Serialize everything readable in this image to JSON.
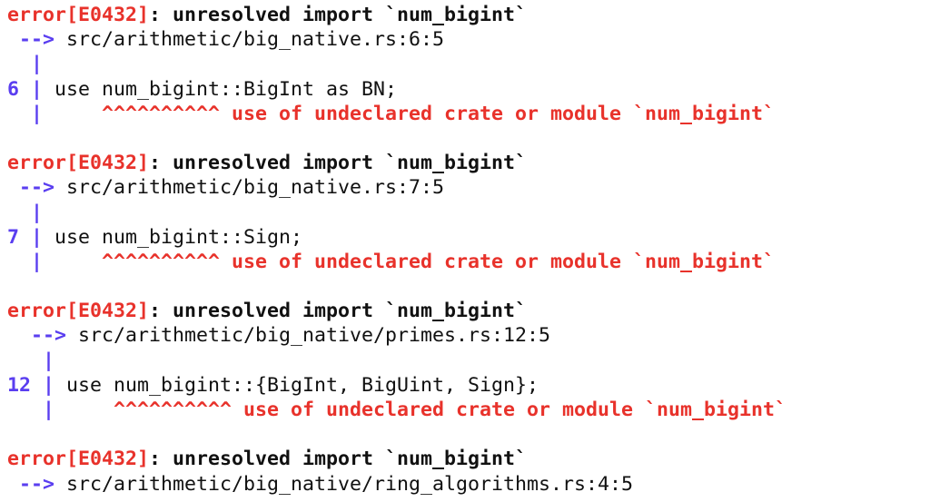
{
  "colors": {
    "error": "#e8322b",
    "gutter": "#5a3ef0",
    "text": "#111111",
    "background": "#ffffff"
  },
  "diagnostics": [
    {
      "code": "error[E0432]",
      "message": ": unresolved import `num_bigint`",
      "arrow": " -->",
      "location": " src/arithmetic/big_native.rs:6:5",
      "gutter_pad": "  |",
      "line_number": "6",
      "source": "use num_bigint::BigInt as BN;",
      "caret_pad": "  |     ",
      "carets": "^^^^^^^^^^",
      "label": " use of undeclared crate or module `num_bigint`"
    },
    {
      "code": "error[E0432]",
      "message": ": unresolved import `num_bigint`",
      "arrow": " -->",
      "location": " src/arithmetic/big_native.rs:7:5",
      "gutter_pad": "  |",
      "line_number": "7",
      "source": "use num_bigint::Sign;",
      "caret_pad": "  |     ",
      "carets": "^^^^^^^^^^",
      "label": " use of undeclared crate or module `num_bigint`"
    },
    {
      "code": "error[E0432]",
      "message": ": unresolved import `num_bigint`",
      "arrow": "  -->",
      "location": " src/arithmetic/big_native/primes.rs:12:5",
      "gutter_pad": "   |",
      "line_number": "12",
      "source": "use num_bigint::{BigInt, BigUint, Sign};",
      "caret_pad": "   |     ",
      "carets": "^^^^^^^^^^",
      "label": " use of undeclared crate or module `num_bigint`"
    },
    {
      "code": "error[E0432]",
      "message": ": unresolved import `num_bigint`",
      "arrow": " -->",
      "location": " src/arithmetic/big_native/ring_algorithms.rs:4:5"
    }
  ]
}
